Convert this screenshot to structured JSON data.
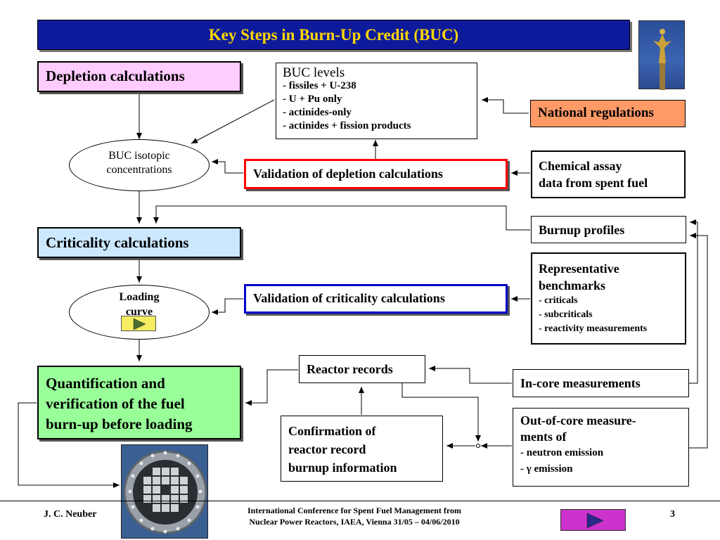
{
  "title": "Key Steps in Burn-Up Credit (BUC)",
  "boxes": {
    "depletion": "Depletion calculations",
    "buc_levels_title": "BUC levels",
    "buc_levels_items": [
      "- fissiles + U-238",
      "- U + Pu only",
      "- actinides-only",
      "- actinides + fission products"
    ],
    "national_regulations": "National regulations",
    "isotopic_line1": "BUC isotopic",
    "isotopic_line2": "concentrations",
    "validation_depletion": "Validation of depletion calculations",
    "chem_assay_line1": "Chemical assay",
    "chem_assay_line2": "data from spent fuel",
    "burnup_profiles": "Burnup profiles",
    "criticality": "Criticality calculations",
    "benchmarks_title1": "Representative",
    "benchmarks_title2": "benchmarks",
    "benchmarks_items": [
      "- criticals",
      "- subcriticals",
      "- reactivity measurements"
    ],
    "loading_line1": "Loading",
    "loading_line2": "curve",
    "validation_criticality": "Validation of criticality calculations",
    "reactor_records": "Reactor records",
    "incore": "In-core measurements",
    "quant_line1": "Quantification and",
    "quant_line2": "verification of the fuel",
    "quant_line3": "burn-up before loading",
    "confirm_line1": "Confirmation of",
    "confirm_line2": "reactor record",
    "confirm_line3": "burnup information",
    "outcore_line1": "Out-of-core measure-",
    "outcore_line2": "ments of",
    "outcore_items": [
      "- neutron emission",
      "- γ emission"
    ]
  },
  "footer": {
    "author": "J. C. Neuber",
    "conference_line1": "International Conference for Spent Fuel Management from",
    "conference_line2": "Nuclear Power Reactors, IAEA, Vienna 31/05 – 04/06/2010",
    "page_number": "3"
  },
  "colors": {
    "title_bg": "#0e1a9c",
    "title_text": "#ffd700",
    "depletion_bg": "#ffccff",
    "national_regulations_bg": "#ff9966",
    "criticality_bg": "#cce8ff",
    "quantification_bg": "#99ff99",
    "validation_depletion_border": "#ff0000",
    "validation_criticality_border": "#0000cc"
  }
}
